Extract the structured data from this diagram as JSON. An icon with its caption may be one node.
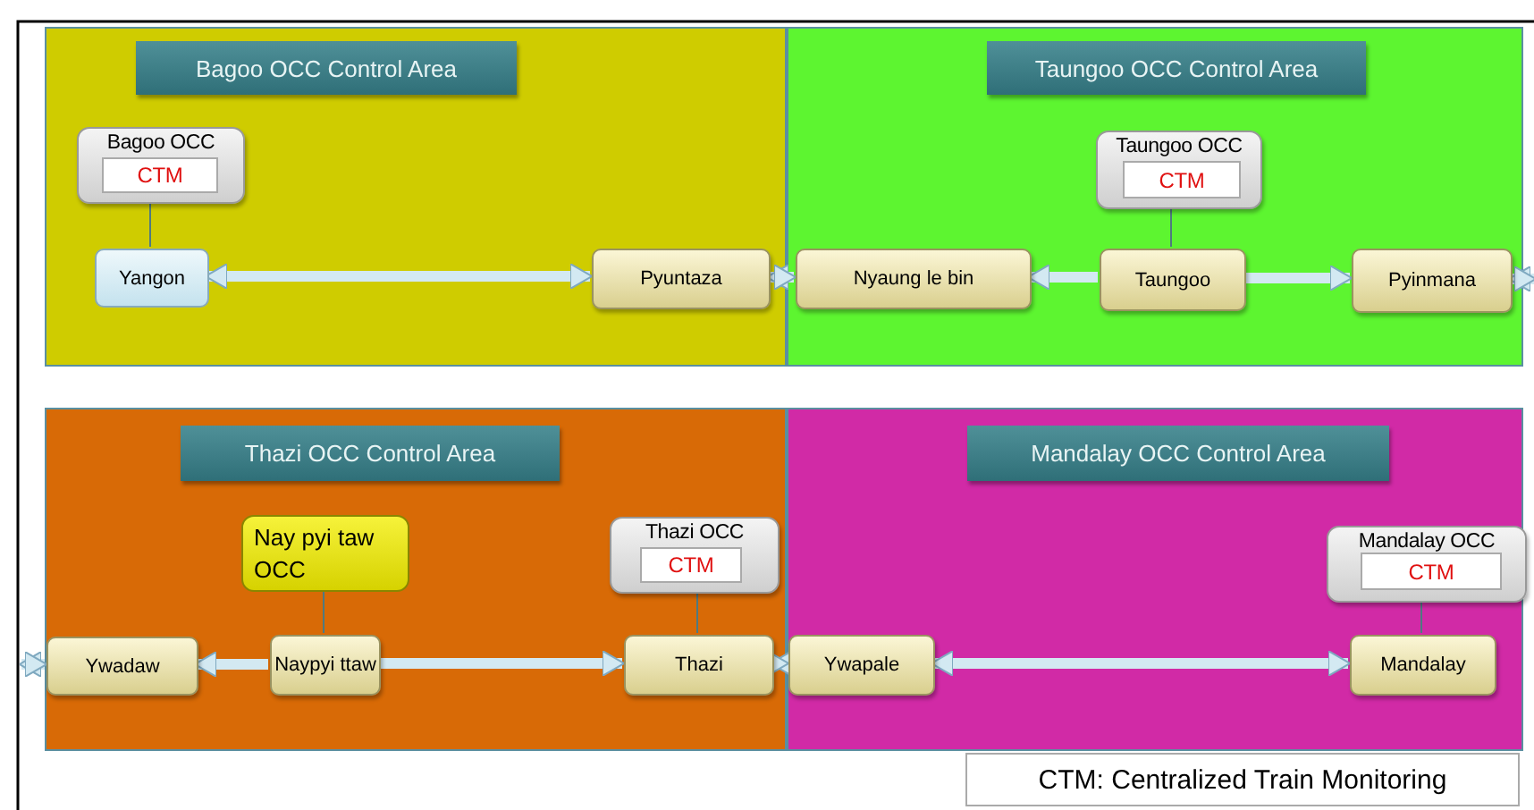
{
  "diagram": {
    "nodes": [
      {
        "text": [
          "Bagoo OCC Control Area"
        ]
      },
      {
        "text": [
          "Bagoo OCC"
        ],
        "in": 0
      },
      {
        "text": [
          "CTM"
        ],
        "in": 1
      },
      {
        "text": [
          "Yangon"
        ],
        "in": 0
      },
      {
        "text": [
          "Pyuntaza"
        ],
        "in": 0
      },
      {
        "text": [
          "Taungoo OCC Control Area"
        ]
      },
      {
        "text": [
          "Taungoo OCC"
        ],
        "in": 5
      },
      {
        "text": [
          "CTM"
        ],
        "in": 6
      },
      {
        "text": [
          "Nyaung le bin"
        ],
        "in": 5
      },
      {
        "text": [
          "Taungoo"
        ],
        "in": 5
      },
      {
        "text": [
          "Pyinmana"
        ],
        "in": 5
      },
      {
        "text": [
          "Thazi OCC Control Area"
        ]
      },
      {
        "text": [
          "Nay pyi taw OCC"
        ],
        "in": 11
      },
      {
        "text": [
          "Thazi OCC"
        ],
        "in": 11
      },
      {
        "text": [
          "CTM"
        ],
        "in": 13
      },
      {
        "text": [
          "Ywadaw"
        ],
        "in": 11
      },
      {
        "text": [
          "Naypyi ttaw"
        ],
        "in": 11
      },
      {
        "text": [
          "Thazi"
        ],
        "in": 11
      },
      {
        "text": [
          "Mandalay OCC Control Area"
        ]
      },
      {
        "text": [
          "Mandalay OCC"
        ],
        "in": 18
      },
      {
        "text": [
          "CTM"
        ],
        "in": 19
      },
      {
        "text": [
          "Ywapale"
        ],
        "in": 18
      },
      {
        "text": [
          "Mandalay"
        ],
        "in": 18
      }
    ],
    "edges": [
      {
        "from": 1,
        "to": 3,
        "arrow": "none",
        "color": "#4f7a80"
      },
      {
        "from": 3,
        "to": 4,
        "arrow": "both"
      },
      {
        "from": 4,
        "to": 8,
        "arrow": "both"
      },
      {
        "from": 9,
        "to": 8,
        "arrow": "to"
      },
      {
        "from": 9,
        "to": 10,
        "arrow": "to"
      },
      {
        "from": 10,
        "to": null,
        "arrow": "both"
      },
      {
        "from": 6,
        "to": 9,
        "arrow": "none",
        "color": "#4f7a80"
      },
      {
        "from": 12,
        "to": 16,
        "arrow": "none",
        "color": "#4f7a80"
      },
      {
        "from": 13,
        "to": 17,
        "arrow": "none",
        "color": "#4f7a80"
      },
      {
        "from": 16,
        "to": 15,
        "arrow": "to"
      },
      {
        "from": 16,
        "to": 17,
        "arrow": "to"
      },
      {
        "from": null,
        "to": 15,
        "arrow": "both"
      },
      {
        "from": 17,
        "to": 21,
        "arrow": "both"
      },
      {
        "from": 21,
        "to": 22,
        "arrow": "both"
      },
      {
        "from": 19,
        "to": 22,
        "arrow": "none",
        "color": "#4f7a80"
      }
    ],
    "labels": [
      "CTM: Centralized Train Monitoring"
    ]
  }
}
